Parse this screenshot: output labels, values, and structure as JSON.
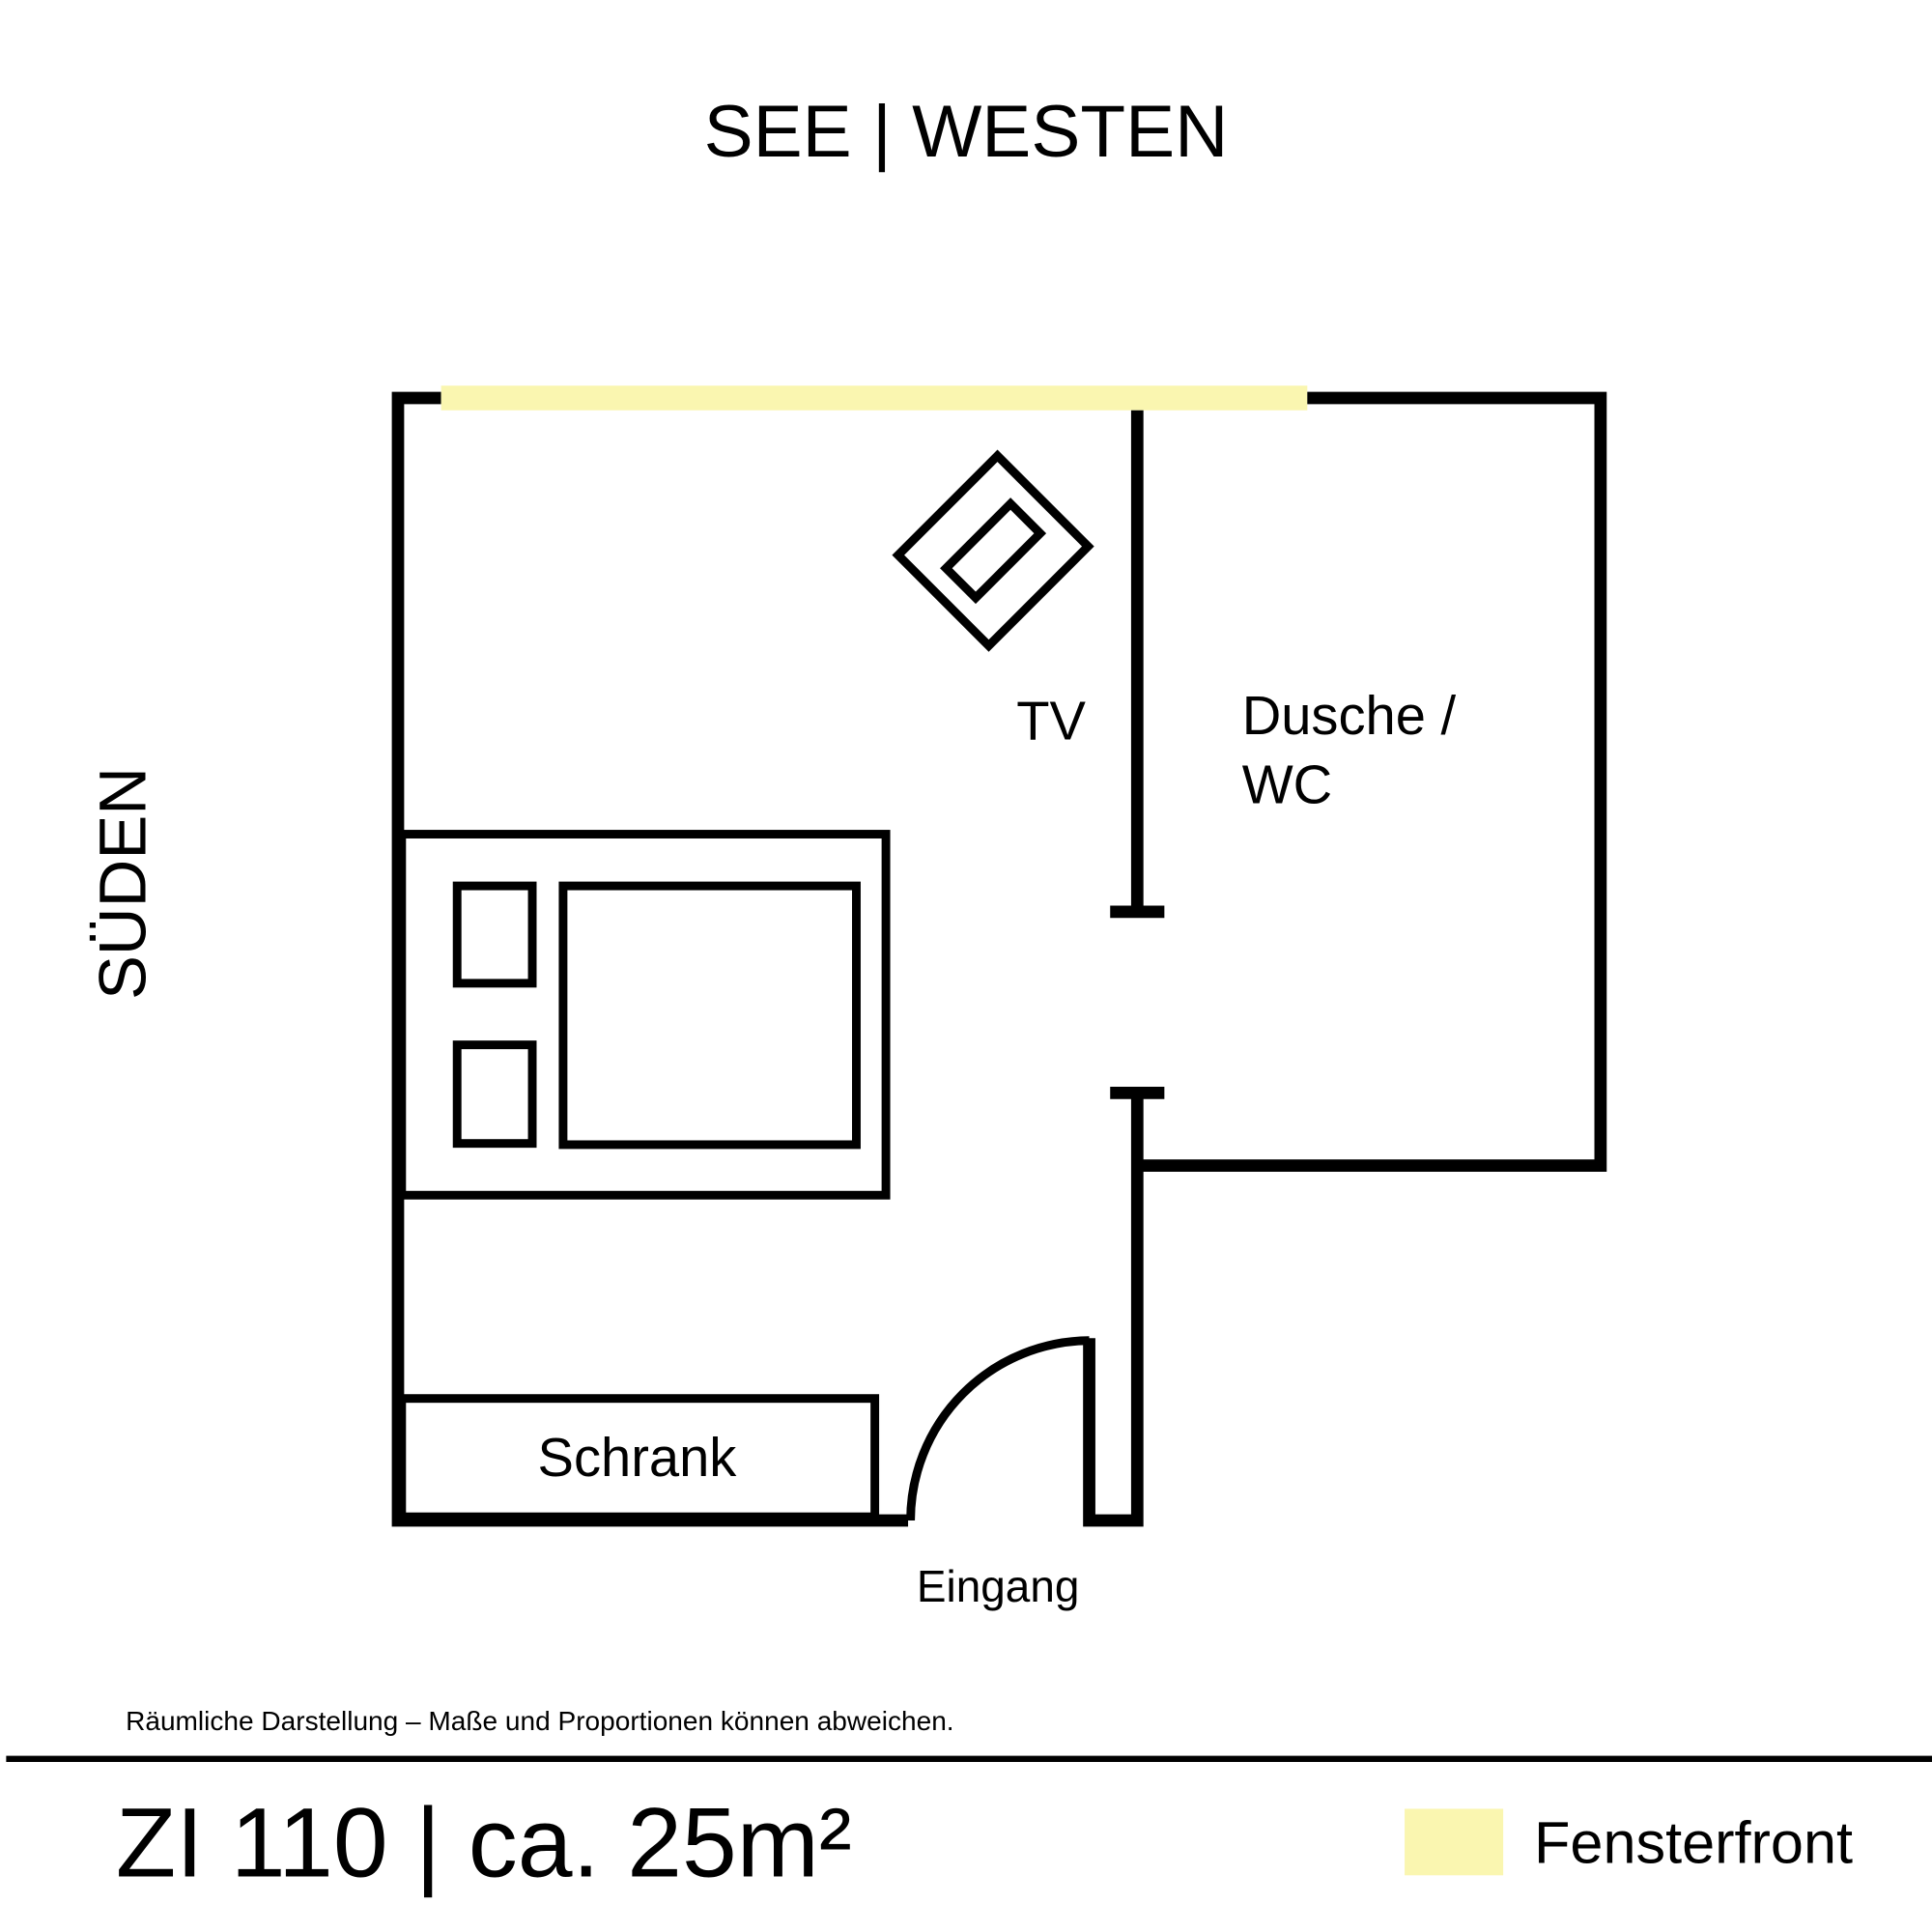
{
  "orientation": {
    "top": "SEE | WESTEN",
    "left": "SÜDEN"
  },
  "rooms": {
    "bathroom": "Dusche /",
    "bathroom_line2": "WC",
    "tv": "TV",
    "wardrobe": "Schrank",
    "entrance": "Eingang"
  },
  "disclaimer": "Räumliche Darstellung – Maße und Proportionen können abweichen.",
  "footer": {
    "room_title": "ZI 110 | ca. 25m²",
    "legend_label": "Fensterfront"
  },
  "colors": {
    "window": "#FAF6B0",
    "wall": "#000000"
  }
}
